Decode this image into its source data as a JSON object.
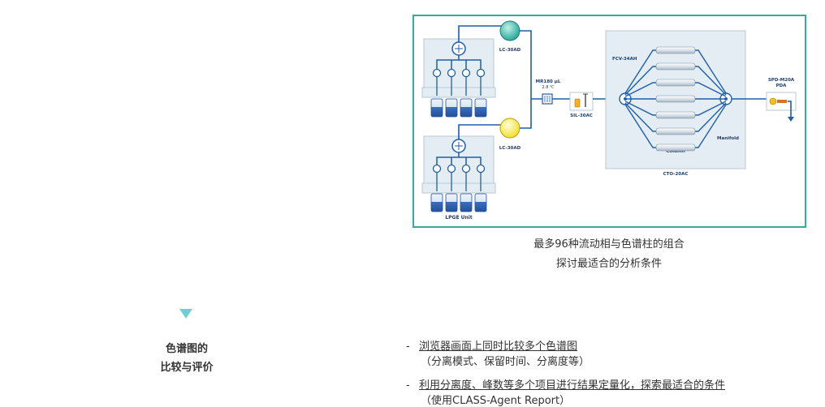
{
  "diagram": {
    "labels": {
      "pump_top": "LC-30AD",
      "pump_bottom": "LC-30AD",
      "mixer": "MR180 μL",
      "mixer_sub": "2.8 ℃",
      "autosampler": "SIL-30AC",
      "column_oven": "CTO-20AC",
      "valve_label": "FCV-34AH",
      "column_label": "Column",
      "manifold_label": "Manifold",
      "detector": "SPD-M20A",
      "detector_sub": "PDA",
      "lpge": "LPGE Unit"
    },
    "colors": {
      "frame": "#3aa8a0",
      "line": "#1f5fa8",
      "pump_top": "#2aa89a",
      "pump_bottom": "#f2e030",
      "panel": "#e4edf3"
    }
  },
  "caption": {
    "line1": "最多96种流动相与色谱柱的组合",
    "line2": "探讨最适合的分析条件"
  },
  "section": {
    "title_line1": "色谱图的",
    "title_line2": "比较与评价"
  },
  "bullets": [
    {
      "dash": "-",
      "text": "浏览器画面上同时比较多个色谱图",
      "sub": "（分离模式、保留时间、分离度等）"
    },
    {
      "dash": "-",
      "text": "利用分离度、峰数等多个项目进行结果定量化，探索最适合的条件",
      "sub": "（使用CLASS-Agent Report）"
    }
  ]
}
